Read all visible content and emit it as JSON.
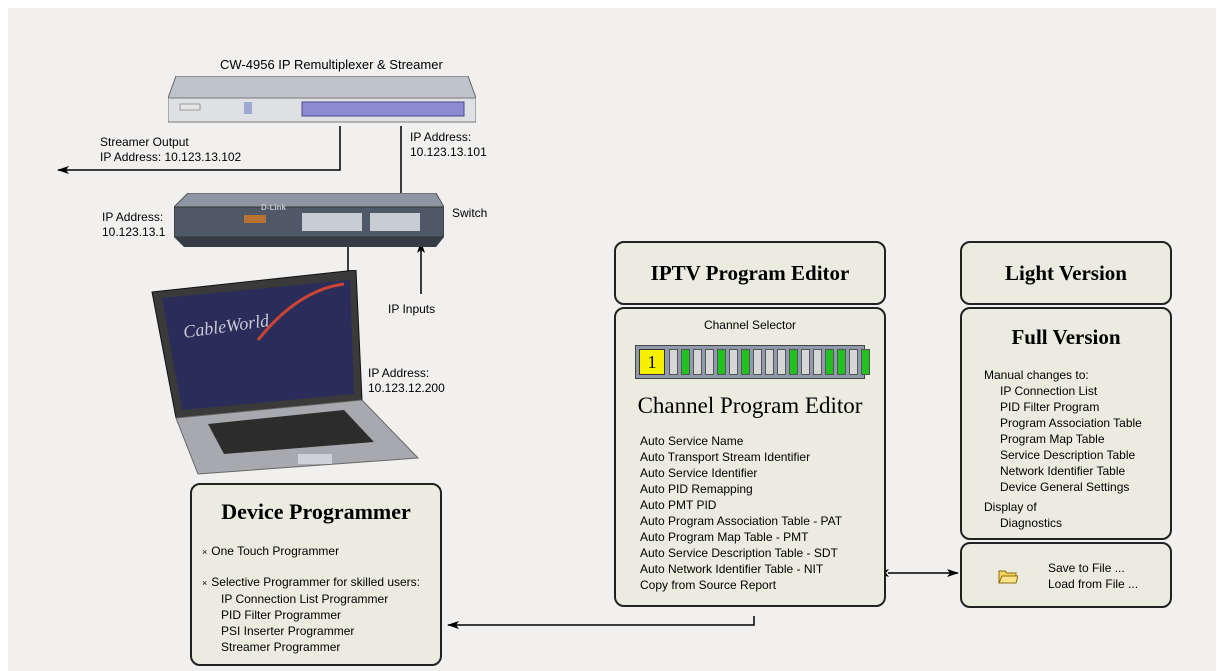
{
  "rack_title": "CW-4956  IP Remultiplexer & Streamer",
  "laptop_brand": "CableWorld",
  "switch_brand": "D-Link",
  "streamer_output": {
    "line1": "Streamer Output",
    "line2": "IP Address:   10.123.13.102"
  },
  "rack_ip": {
    "line1": "IP Address:",
    "line2": "10.123.13.101"
  },
  "switch_ip": {
    "line1": "IP Address:",
    "line2": "10.123.13.1"
  },
  "switch_label": "Switch",
  "ip_inputs_label": "IP Inputs",
  "laptop_ip": {
    "line1": "IP Address:",
    "line2": "10.123.12.200"
  },
  "device_programmer": {
    "title": "Device Programmer",
    "item1": "One Touch Programmer",
    "item2": "Selective Programmer for skilled  users:",
    "subitems": [
      "IP Connection List Programmer",
      "PID Filter Programmer",
      "PSI Inserter Programmer",
      "Streamer Programmer"
    ]
  },
  "iptv_editor": {
    "title": "IPTV Program Editor"
  },
  "channel_editor": {
    "selector_label": "Channel Selector",
    "selected_channel": "1",
    "title": "Channel Program Editor",
    "items": [
      "Auto Service Name",
      "Auto Transport Stream Identifier",
      "Auto Service Identifier",
      "Auto PID Remapping",
      "Auto PMT PID",
      "Auto Program Association Table - PAT",
      "Auto Program Map Table - PMT",
      "Auto Service Description Table - SDT",
      "Auto Network Identifier Table - NIT",
      "Copy from Source Report"
    ]
  },
  "light_version": {
    "title": "Light Version"
  },
  "full_version": {
    "title": "Full Version",
    "manual_label": "Manual changes to:",
    "manual_items": [
      "IP Connection List",
      "PID Filter Program",
      "Program Association Table",
      "Program Map Table",
      "Service Description Table",
      "Network Identifier Table",
      "Device General Settings"
    ],
    "display_label": "Display of",
    "display_items": [
      "Diagnostics"
    ]
  },
  "file_box": {
    "save": "Save to File ...",
    "load": "Load from File ..."
  },
  "colors": {
    "panel": "#ecebdf",
    "background": "#f1f0ef",
    "channel_active": "#21c21f",
    "channel_selected": "#f5ef00",
    "laptop_screen": "#2a2c5a"
  }
}
